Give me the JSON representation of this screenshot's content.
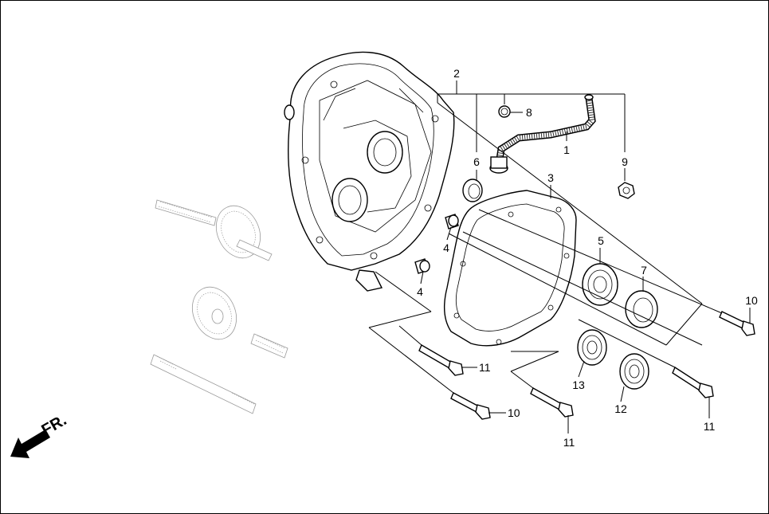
{
  "callouts": {
    "c1": "1",
    "c2": "2",
    "c3": "3",
    "c4a": "4",
    "c4b": "4",
    "c5": "5",
    "c6": "6",
    "c7": "7",
    "c8": "8",
    "c9": "9",
    "c10a": "10",
    "c10b": "10",
    "c11a": "11",
    "c11b": "11",
    "c11c": "11",
    "c12": "12",
    "c13": "13"
  },
  "direction": {
    "label": "FR."
  }
}
